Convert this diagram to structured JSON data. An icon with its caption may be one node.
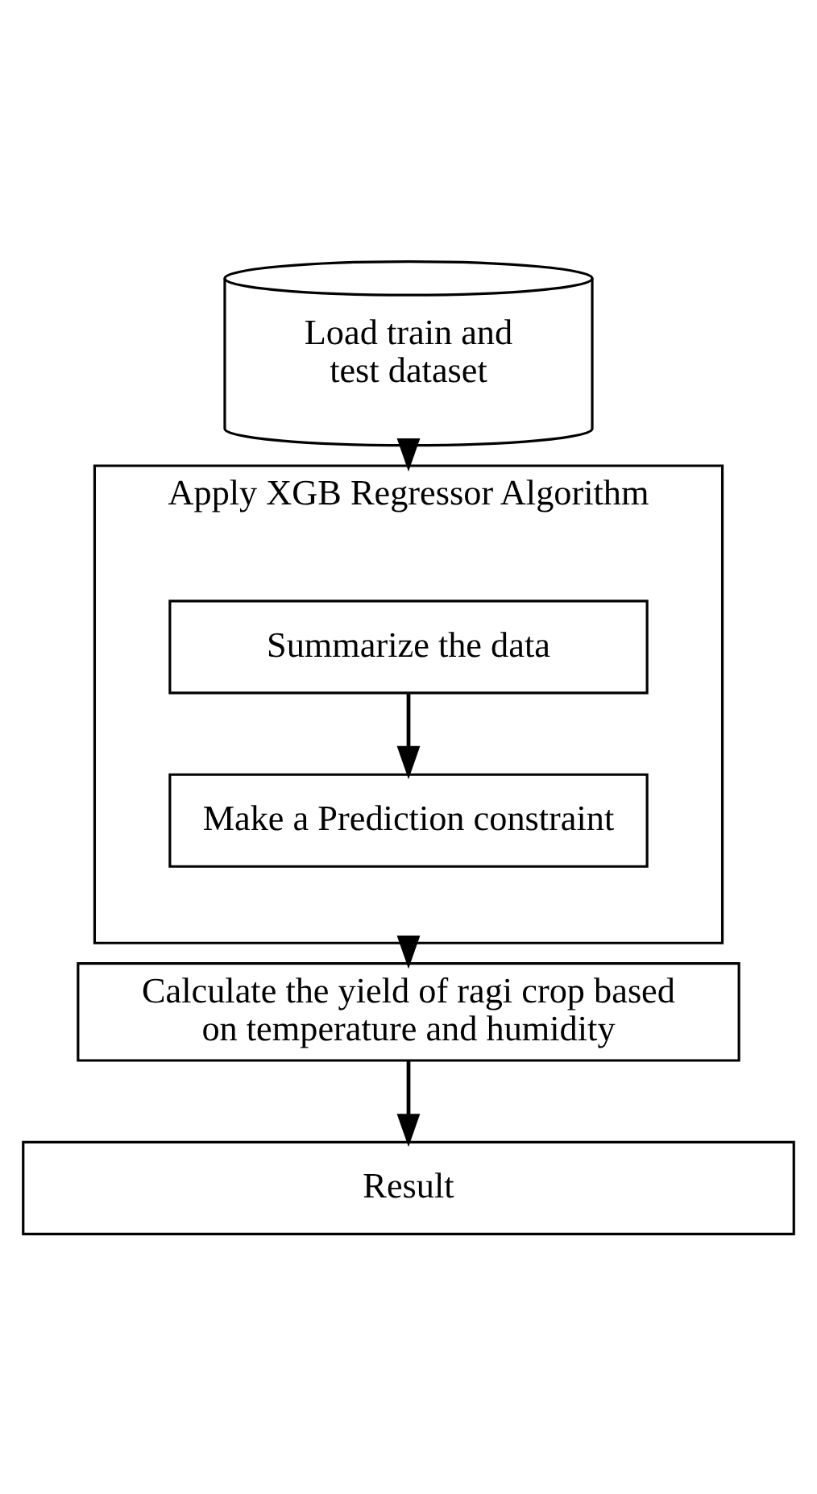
{
  "diagram": {
    "nodes": [
      {
        "text": [
          "Load train and test dataset"
        ]
      },
      {
        "text": [
          "Apply XGB Regressor Algorithm"
        ]
      },
      {
        "text": [
          "Summarize the data"
        ],
        "in": 1
      },
      {
        "text": [
          "Make a Prediction constraint"
        ],
        "in": 1
      },
      {
        "text": [
          "Calculate the yield of ragi crop based on temperature and humidity"
        ]
      },
      {
        "text": [
          "Result"
        ]
      }
    ],
    "edges": [
      {
        "from": 0,
        "to": 1,
        "arrow": "to"
      },
      {
        "from": 2,
        "to": 3,
        "arrow": "to"
      },
      {
        "from": 1,
        "to": 4,
        "arrow": "to"
      },
      {
        "from": 4,
        "to": 5,
        "arrow": "to"
      }
    ]
  }
}
